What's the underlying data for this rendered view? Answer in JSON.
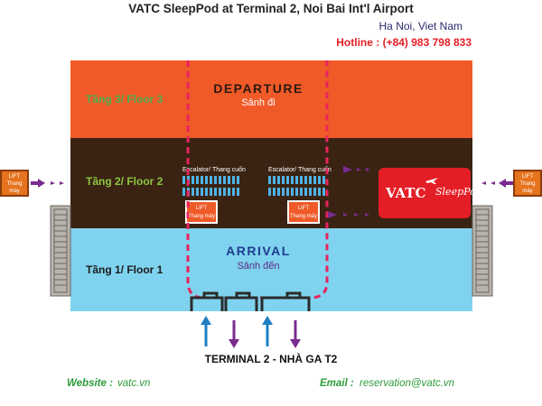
{
  "header": {
    "title": "VATC SleepPod at Terminal 2, Noi Bai Int'l Airport",
    "location": "Ha Noi, Viet Nam",
    "hotline": "Hotline  : (+84) 983 798 833"
  },
  "floors": {
    "floor3": "Tầng 3/ Floor 3",
    "floor2": "Tầng 2/ Floor 2",
    "floor1": "Tầng 1/ Floor 1"
  },
  "departure": {
    "label": "DEPARTURE",
    "label_vi": "Sảnh đi"
  },
  "arrival": {
    "label": "ARRIVAL",
    "label_vi": "Sảnh đến"
  },
  "escalator": {
    "label": "Escalator/ Thang cuốn"
  },
  "lift": {
    "label": "LIFT",
    "label_vi": "Thang máy"
  },
  "logo": {
    "main": "VATC",
    "sub": "SleepPod"
  },
  "terminal": "TERMINAL 2 - NHÀ GA T2",
  "footer": {
    "website_label": "Website   :",
    "website": "vatc.vn",
    "email_label": "Email   :",
    "email": "reservation@vatc.vn"
  },
  "colors": {
    "floor3": "#f05a28",
    "floor2": "#3a2313",
    "floor1": "#7fd3ee",
    "route": "#e8235f",
    "arrow_purple": "#7a2b8f",
    "arrow_blue": "#1f7fc4",
    "brand_red": "#e41e26"
  }
}
